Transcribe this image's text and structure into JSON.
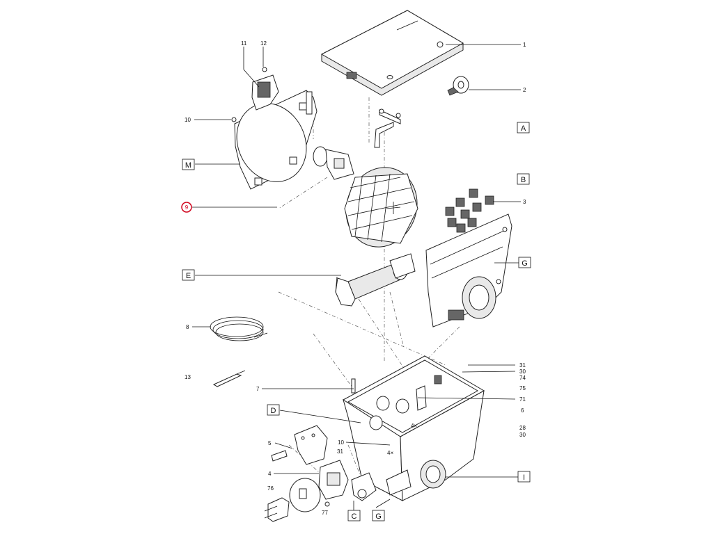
{
  "diagram": {
    "callouts": [
      {
        "id": "c1",
        "label": "1"
      },
      {
        "id": "c2",
        "label": "2"
      },
      {
        "id": "c3",
        "label": "3"
      },
      {
        "id": "c4",
        "label": "4"
      },
      {
        "id": "c5",
        "label": "5"
      },
      {
        "id": "c6",
        "label": "6"
      },
      {
        "id": "c7",
        "label": "7"
      },
      {
        "id": "c8",
        "label": "8"
      },
      {
        "id": "c9",
        "label": "9",
        "highlighted": true
      },
      {
        "id": "c10a",
        "label": "10"
      },
      {
        "id": "c10b",
        "label": "10"
      },
      {
        "id": "c11",
        "label": "11"
      },
      {
        "id": "c12",
        "label": "12"
      },
      {
        "id": "c13",
        "label": "13"
      },
      {
        "id": "c28",
        "label": "28"
      },
      {
        "id": "c30a",
        "label": "30"
      },
      {
        "id": "c30b",
        "label": "30"
      },
      {
        "id": "c31a",
        "label": "31"
      },
      {
        "id": "c31b",
        "label": "31"
      },
      {
        "id": "c71",
        "label": "71"
      },
      {
        "id": "c74",
        "label": "74"
      },
      {
        "id": "c75",
        "label": "75"
      },
      {
        "id": "c76",
        "label": "76"
      },
      {
        "id": "c77",
        "label": "77"
      },
      {
        "id": "c4xa",
        "label": "4×"
      },
      {
        "id": "c4xb",
        "label": "4×"
      }
    ],
    "letters": [
      {
        "id": "A",
        "label": "A"
      },
      {
        "id": "B",
        "label": "B"
      },
      {
        "id": "M",
        "label": "M"
      },
      {
        "id": "E",
        "label": "E"
      },
      {
        "id": "G1",
        "label": "G"
      },
      {
        "id": "D",
        "label": "D"
      },
      {
        "id": "I",
        "label": "I"
      },
      {
        "id": "C",
        "label": "C"
      },
      {
        "id": "G2",
        "label": "G"
      }
    ],
    "colors": {
      "line": "#111111",
      "highlight": "#d0021b",
      "background": "#ffffff"
    }
  }
}
